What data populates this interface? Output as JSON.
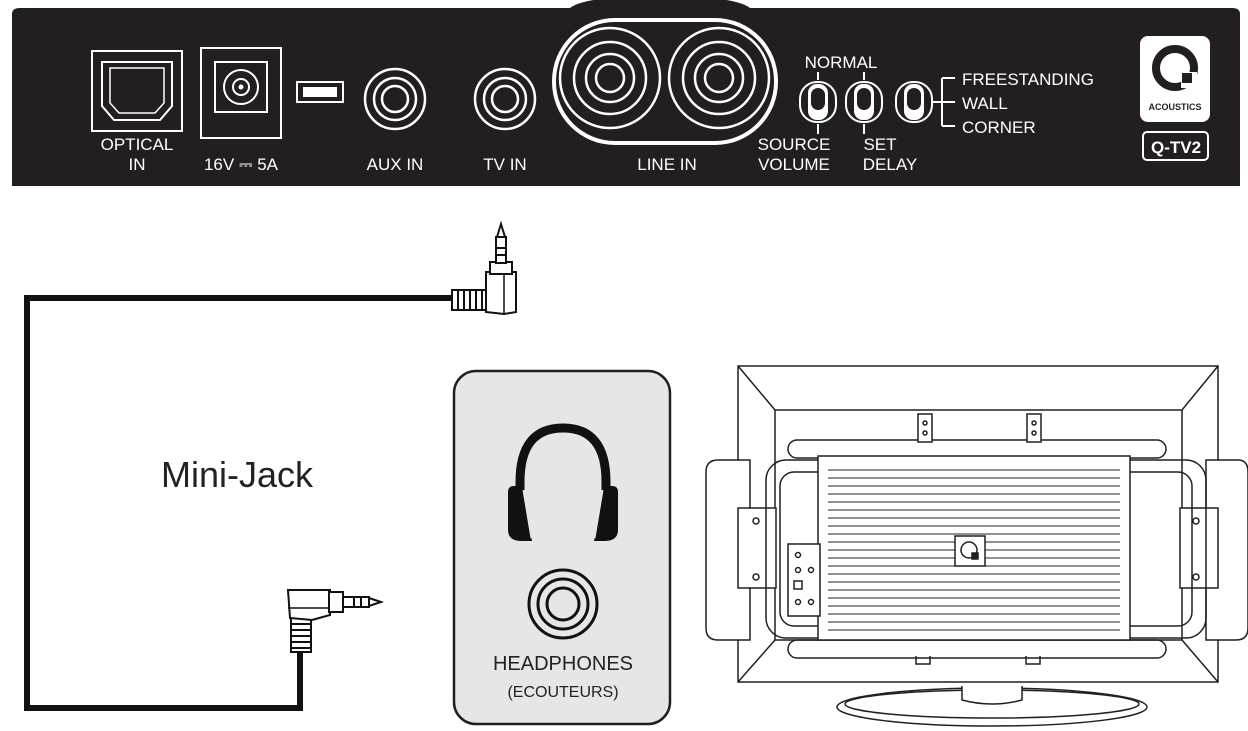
{
  "colors": {
    "panel": "#231f20",
    "panel_stroke": "#ffffff",
    "cable": "#111111",
    "headphone_card": "#e6e6e7",
    "line": "#231f20"
  },
  "panel": {
    "ports": {
      "optical": [
        "OPTICAL",
        "IN"
      ],
      "power": "16V ⎓ 5A",
      "aux": "AUX IN",
      "tv": "TV IN",
      "line": "LINE IN"
    },
    "switches": {
      "normal": "NORMAL",
      "source_volume": [
        "SOURCE",
        "VOLUME"
      ],
      "set_delay": [
        "SET",
        "DELAY"
      ],
      "placement": [
        "FREESTANDING",
        "WALL",
        "CORNER"
      ]
    },
    "brand": {
      "logo_text": "ACOUSTICS",
      "model": "Q-TV2"
    }
  },
  "cable": {
    "label": "Mini-Jack"
  },
  "headphones": {
    "label": "HEADPHONES",
    "sublabel": "(ECOUTEURS)"
  },
  "icons": {
    "headphones": "headphones-icon",
    "jack": "headphone-jack-icon",
    "plug": "mini-jack-plug-icon",
    "tv": "tv-back-icon"
  }
}
